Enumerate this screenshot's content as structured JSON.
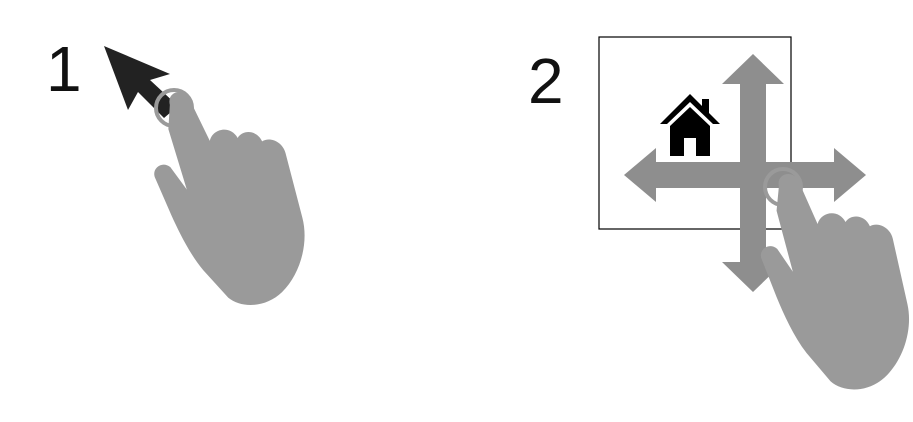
{
  "steps": [
    {
      "number": "1"
    },
    {
      "number": "2"
    }
  ],
  "icons": {
    "step1": [
      "cursor-arrow-icon",
      "touch-circle-icon",
      "pointing-hand-icon"
    ],
    "step2": [
      "screen-frame",
      "home-icon",
      "four-way-arrows-icon",
      "touch-circle-icon",
      "pointing-hand-icon"
    ]
  },
  "colors": {
    "text": "#111111",
    "hand": "#9a9a9a",
    "arrows": "#8e8e8e",
    "cursor": "#222222",
    "frame": "#000000"
  }
}
